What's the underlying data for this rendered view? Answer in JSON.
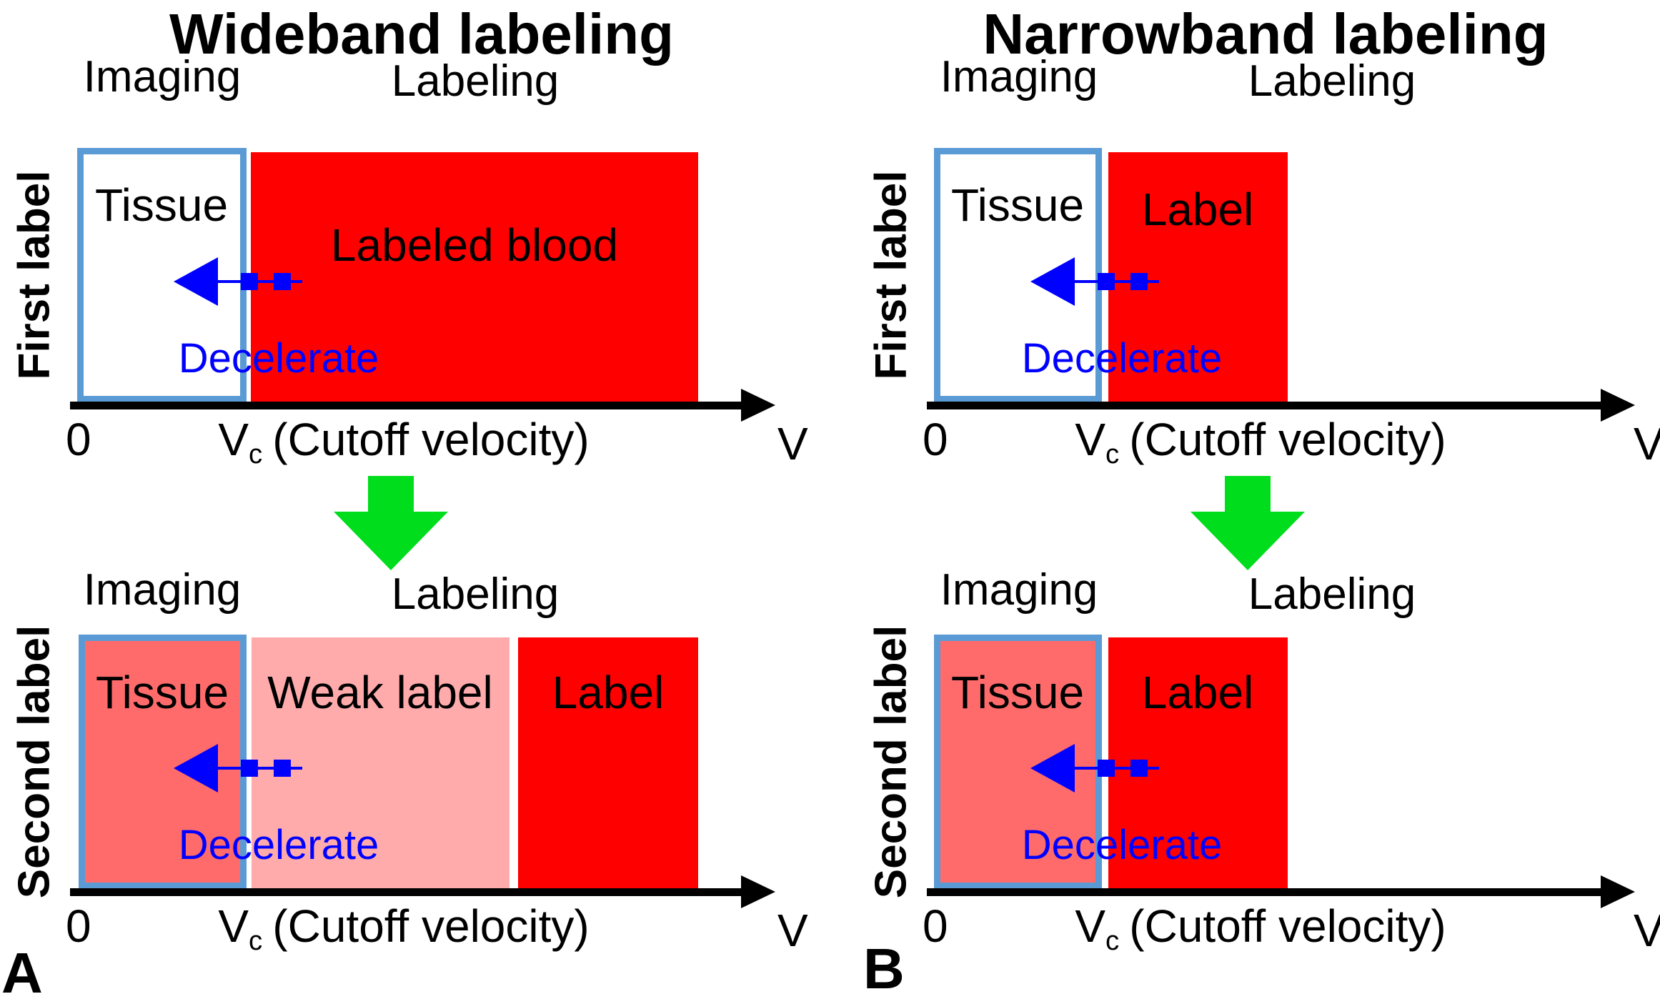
{
  "colors": {
    "red": "#FF0000",
    "salmon": "#FF6B6B",
    "weak-pink": "#FFABAC",
    "box-border-blue": "#5B9BD5",
    "accent-blue": "#0000FF",
    "green": "#00DD1C",
    "axis-black": "#000000"
  },
  "wideband": {
    "title": "Wideband labeling",
    "panel_letter": "A",
    "first": {
      "row_label": "First label",
      "imaging_header": "Imaging",
      "labeling_header": "Labeling",
      "tissue_label": "Tissue",
      "blood_label": "Labeled blood",
      "decelerate_label": "Decelerate",
      "axis": {
        "zero": "0",
        "v_main": "V",
        "v_sub": "c",
        "cutoff_text": "(Cutoff velocity)",
        "v_end": "V"
      }
    },
    "second": {
      "row_label": "Second label",
      "imaging_header": "Imaging",
      "labeling_header": "Labeling",
      "tissue_label": "Tissue",
      "weak_label": "Weak label",
      "label_label": "Label",
      "decelerate_label": "Decelerate",
      "axis": {
        "zero": "0",
        "v_main": "V",
        "v_sub": "c",
        "cutoff_text": "(Cutoff velocity)",
        "v_end": "V"
      }
    }
  },
  "narrowband": {
    "title": "Narrowband labeling",
    "panel_letter": "B",
    "first": {
      "row_label": "First label",
      "imaging_header": "Imaging",
      "labeling_header": "Labeling",
      "tissue_label": "Tissue",
      "label_label": "Label",
      "decelerate_label": "Decelerate",
      "axis": {
        "zero": "0",
        "v_main": "V",
        "v_sub": "c",
        "cutoff_text": "(Cutoff velocity)",
        "v_end": "V"
      }
    },
    "second": {
      "row_label": "Second label",
      "imaging_header": "Imaging",
      "labeling_header": "Labeling",
      "tissue_label": "Tissue",
      "label_label": "Label",
      "decelerate_label": "Decelerate",
      "axis": {
        "zero": "0",
        "v_main": "V",
        "v_sub": "c",
        "cutoff_text": "(Cutoff velocity)",
        "v_end": "V"
      }
    }
  }
}
